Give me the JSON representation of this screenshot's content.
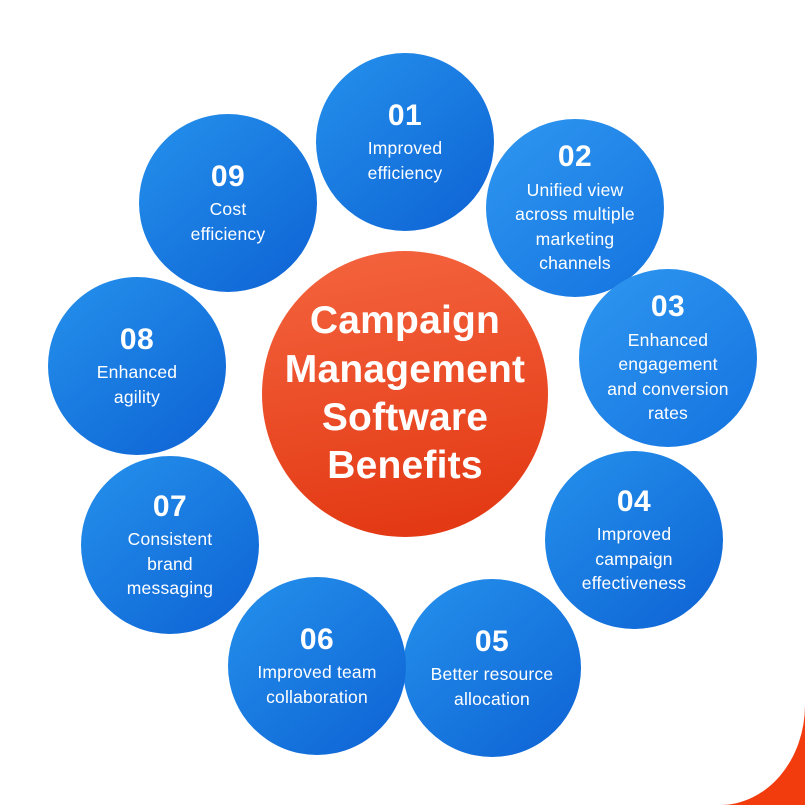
{
  "center": {
    "title": "Campaign\nManagement\nSoftware\nBenefits"
  },
  "items": [
    {
      "number": "01",
      "label": "Improved\nefficiency"
    },
    {
      "number": "02",
      "label": "Unified view\nacross multiple\nmarketing\nchannels"
    },
    {
      "number": "03",
      "label": "Enhanced\nengagement\nand conversion\nrates"
    },
    {
      "number": "04",
      "label": "Improved\ncampaign\neffectiveness"
    },
    {
      "number": "05",
      "label": "Better resource\nallocation"
    },
    {
      "number": "06",
      "label": "Improved team\ncollaboration"
    },
    {
      "number": "07",
      "label": "Consistent\nbrand\nmessaging"
    },
    {
      "number": "08",
      "label": "Enhanced\nagility"
    },
    {
      "number": "09",
      "label": "Cost\nefficiency"
    }
  ],
  "colors": {
    "blueFrom": "#2591ec",
    "blueTo": "#0d62d4",
    "centerFrom": "#f4653f",
    "centerTo": "#e33a15",
    "swoosh": "#f23c0e",
    "text": "#ffffff"
  }
}
